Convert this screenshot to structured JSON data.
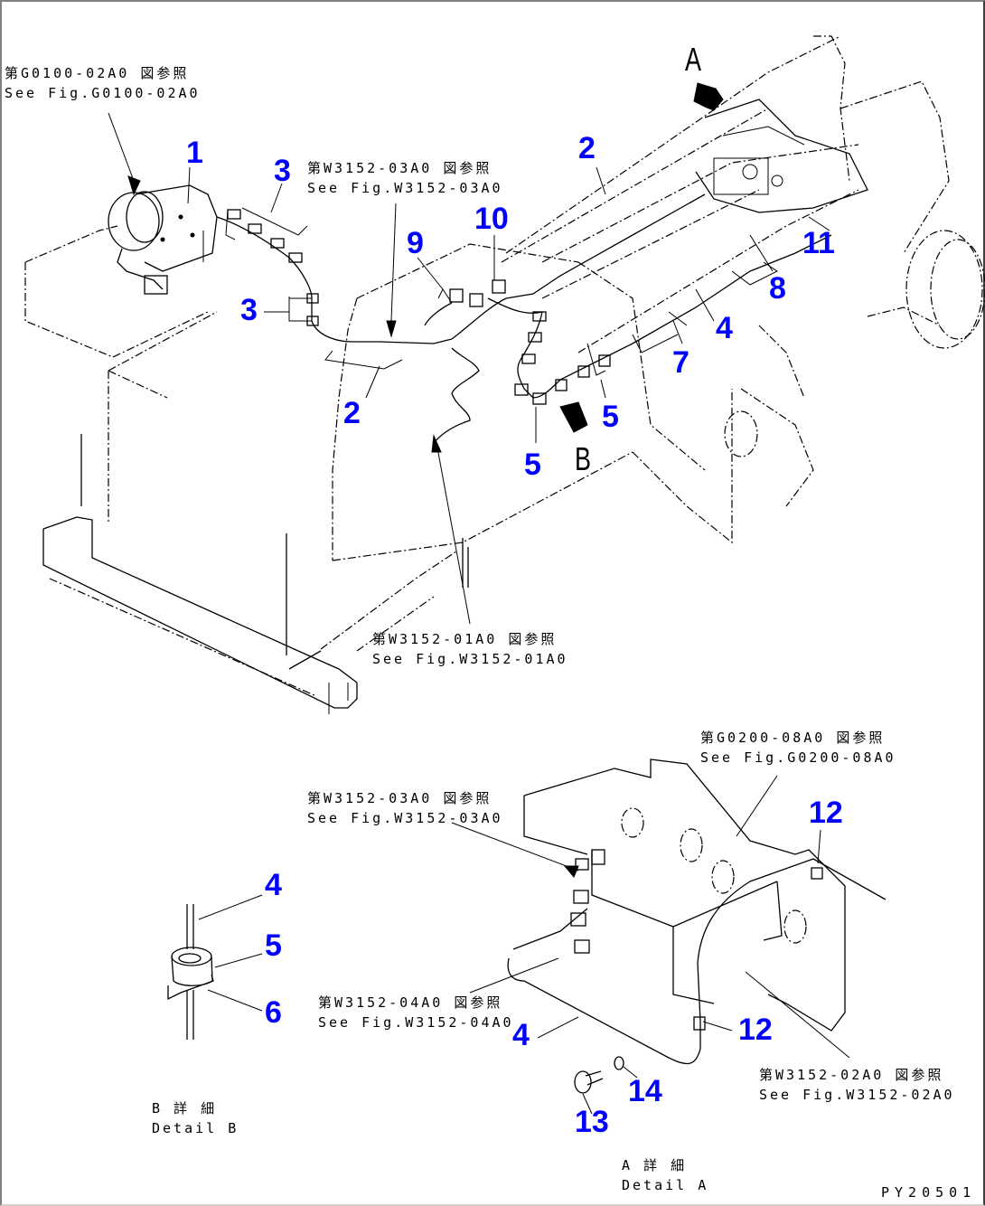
{
  "diagram": {
    "figure_code": "PY20501",
    "view_markers": {
      "a": "A",
      "b": "B"
    },
    "references": [
      {
        "id": "ref-g0100",
        "jp": "第G0100-02A0 図参照",
        "en": "See Fig.G0100-02A0"
      },
      {
        "id": "ref-w3152-03a0-top",
        "jp": "第W3152-03A0 図参照",
        "en": "See Fig.W3152-03A0"
      },
      {
        "id": "ref-w3152-01a0",
        "jp": "第W3152-01A0 図参照",
        "en": "See Fig.W3152-01A0"
      },
      {
        "id": "ref-g0200",
        "jp": "第G0200-08A0 図参照",
        "en": "See Fig.G0200-08A0"
      },
      {
        "id": "ref-w3152-03a0-detail",
        "jp": "第W3152-03A0 図参照",
        "en": "See Fig.W3152-03A0"
      },
      {
        "id": "ref-w3152-04a0",
        "jp": "第W3152-04A0 図参照",
        "en": "See Fig.W3152-04A0"
      },
      {
        "id": "ref-w3152-02a0",
        "jp": "第W3152-02A0 図参照",
        "en": "See Fig.W3152-02A0"
      }
    ],
    "details": {
      "b": {
        "jp": "B 詳 細",
        "en": "Detail B"
      },
      "a": {
        "jp": "A 詳 細",
        "en": "Detail A"
      }
    },
    "callouts": [
      {
        "label": "1"
      },
      {
        "label": "3"
      },
      {
        "label": "3"
      },
      {
        "label": "9"
      },
      {
        "label": "10"
      },
      {
        "label": "2"
      },
      {
        "label": "2"
      },
      {
        "label": "11"
      },
      {
        "label": "8"
      },
      {
        "label": "4"
      },
      {
        "label": "7"
      },
      {
        "label": "5"
      },
      {
        "label": "5"
      },
      {
        "label": "12"
      },
      {
        "label": "12"
      },
      {
        "label": "4"
      },
      {
        "label": "14"
      },
      {
        "label": "13"
      },
      {
        "label": "4"
      },
      {
        "label": "5"
      },
      {
        "label": "6"
      }
    ],
    "colors": {
      "callout": "#0000ff",
      "line": "#000000",
      "background": "#ffffff"
    }
  }
}
